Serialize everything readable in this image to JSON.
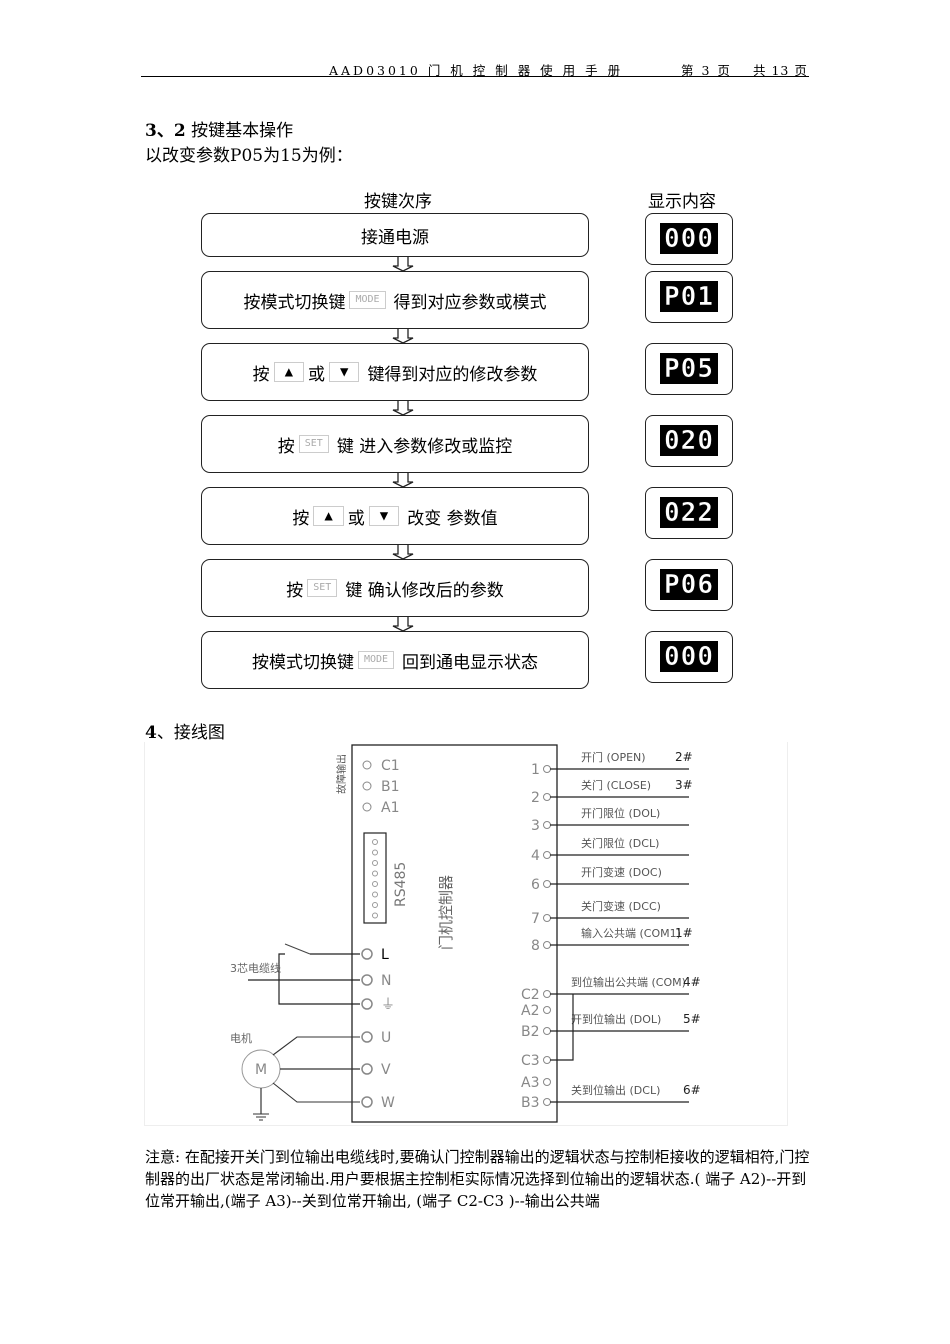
{
  "header": {
    "title": "AAD03010 门 机 控 制 器 使 用 手 册",
    "page": "第 3 页",
    "total": "共 13 页"
  },
  "section_3_2": {
    "number": "3、2",
    "title": "按键基本操作",
    "subtitle": "以改变参数P05为15为例："
  },
  "flow": {
    "steps_header": "按键次序",
    "display_header": "显示内容",
    "steps": [
      {
        "before": "接通电源",
        "keys": [],
        "after": ""
      },
      {
        "before": "按模式切换键",
        "keys": [
          "MODE"
        ],
        "after": "得到对应参数或模式"
      },
      {
        "before": "按",
        "keys": [
          "▲",
          "或",
          "▼"
        ],
        "after": "键得到对应的修改参数"
      },
      {
        "before": "按",
        "keys": [
          "SET"
        ],
        "after": "键 进入参数修改或监控"
      },
      {
        "before": "按",
        "keys": [
          "▲",
          "或",
          "▼"
        ],
        "after": "改变 参数值"
      },
      {
        "before": "按",
        "keys": [
          "SET"
        ],
        "after": "键 确认修改后的参数"
      },
      {
        "before": "按模式切换键",
        "keys": [
          "MODE"
        ],
        "after": "回到通电显示状态"
      }
    ],
    "displays": [
      "000",
      "P01",
      "P05",
      "020",
      "022",
      "P06",
      "000"
    ]
  },
  "section_4": {
    "number": "4",
    "title": "、接线图"
  },
  "wiring": {
    "controller_label": "门机控制器",
    "fault_output_label": "故障输出",
    "fault_terminals": [
      "C1",
      "B1",
      "A1"
    ],
    "rs485_label": "RS485",
    "power_cable_label": "3芯电缆线",
    "power_terminals": [
      "L",
      "N",
      "⏚"
    ],
    "motor_label": "电机",
    "motor_symbol": "M",
    "motor_terminals": [
      "U",
      "V",
      "W"
    ],
    "signal_terminals": [
      {
        "pin": "1",
        "label": "开门 (OPEN)",
        "wire": "2#"
      },
      {
        "pin": "2",
        "label": "关门 (CLOSE)",
        "wire": "3#"
      },
      {
        "pin": "3",
        "label": "开门限位 (DOL)",
        "wire": ""
      },
      {
        "pin": "4",
        "label": "关门限位 (DCL)",
        "wire": ""
      },
      {
        "pin": "6",
        "label": "开门变速 (DOC)",
        "wire": ""
      },
      {
        "pin": "7",
        "label": "关门变速 (DCC)",
        "wire": ""
      },
      {
        "pin": "8",
        "label": "输入公共端 (COM1)",
        "wire": "1#"
      }
    ],
    "output_terminals": [
      {
        "pin": "C2",
        "label": "到位输出公共端 (COM)",
        "wire": "4#"
      },
      {
        "pin": "A2",
        "label": "",
        "wire": ""
      },
      {
        "pin": "B2",
        "label": "开到位输出 (DOL)",
        "wire": "5#"
      },
      {
        "pin": "C3",
        "label": "",
        "wire": ""
      },
      {
        "pin": "A3",
        "label": "",
        "wire": ""
      },
      {
        "pin": "B3",
        "label": "关到位输出 (DCL)",
        "wire": "6#"
      }
    ]
  },
  "note": {
    "text": "注意: 在配接开关门到位输出电缆线时,要确认门控制器输出的逻辑状态与控制柜接收的逻辑相符,门控制器的出厂状态是常闭输出.用户要根据主控制柜实际情况选择到位输出的逻辑状态.( 端子 A2)--开到位常开输出,(端子 A3)--关到位常开输出, (端子 C2-C3 )--输出公共端"
  }
}
